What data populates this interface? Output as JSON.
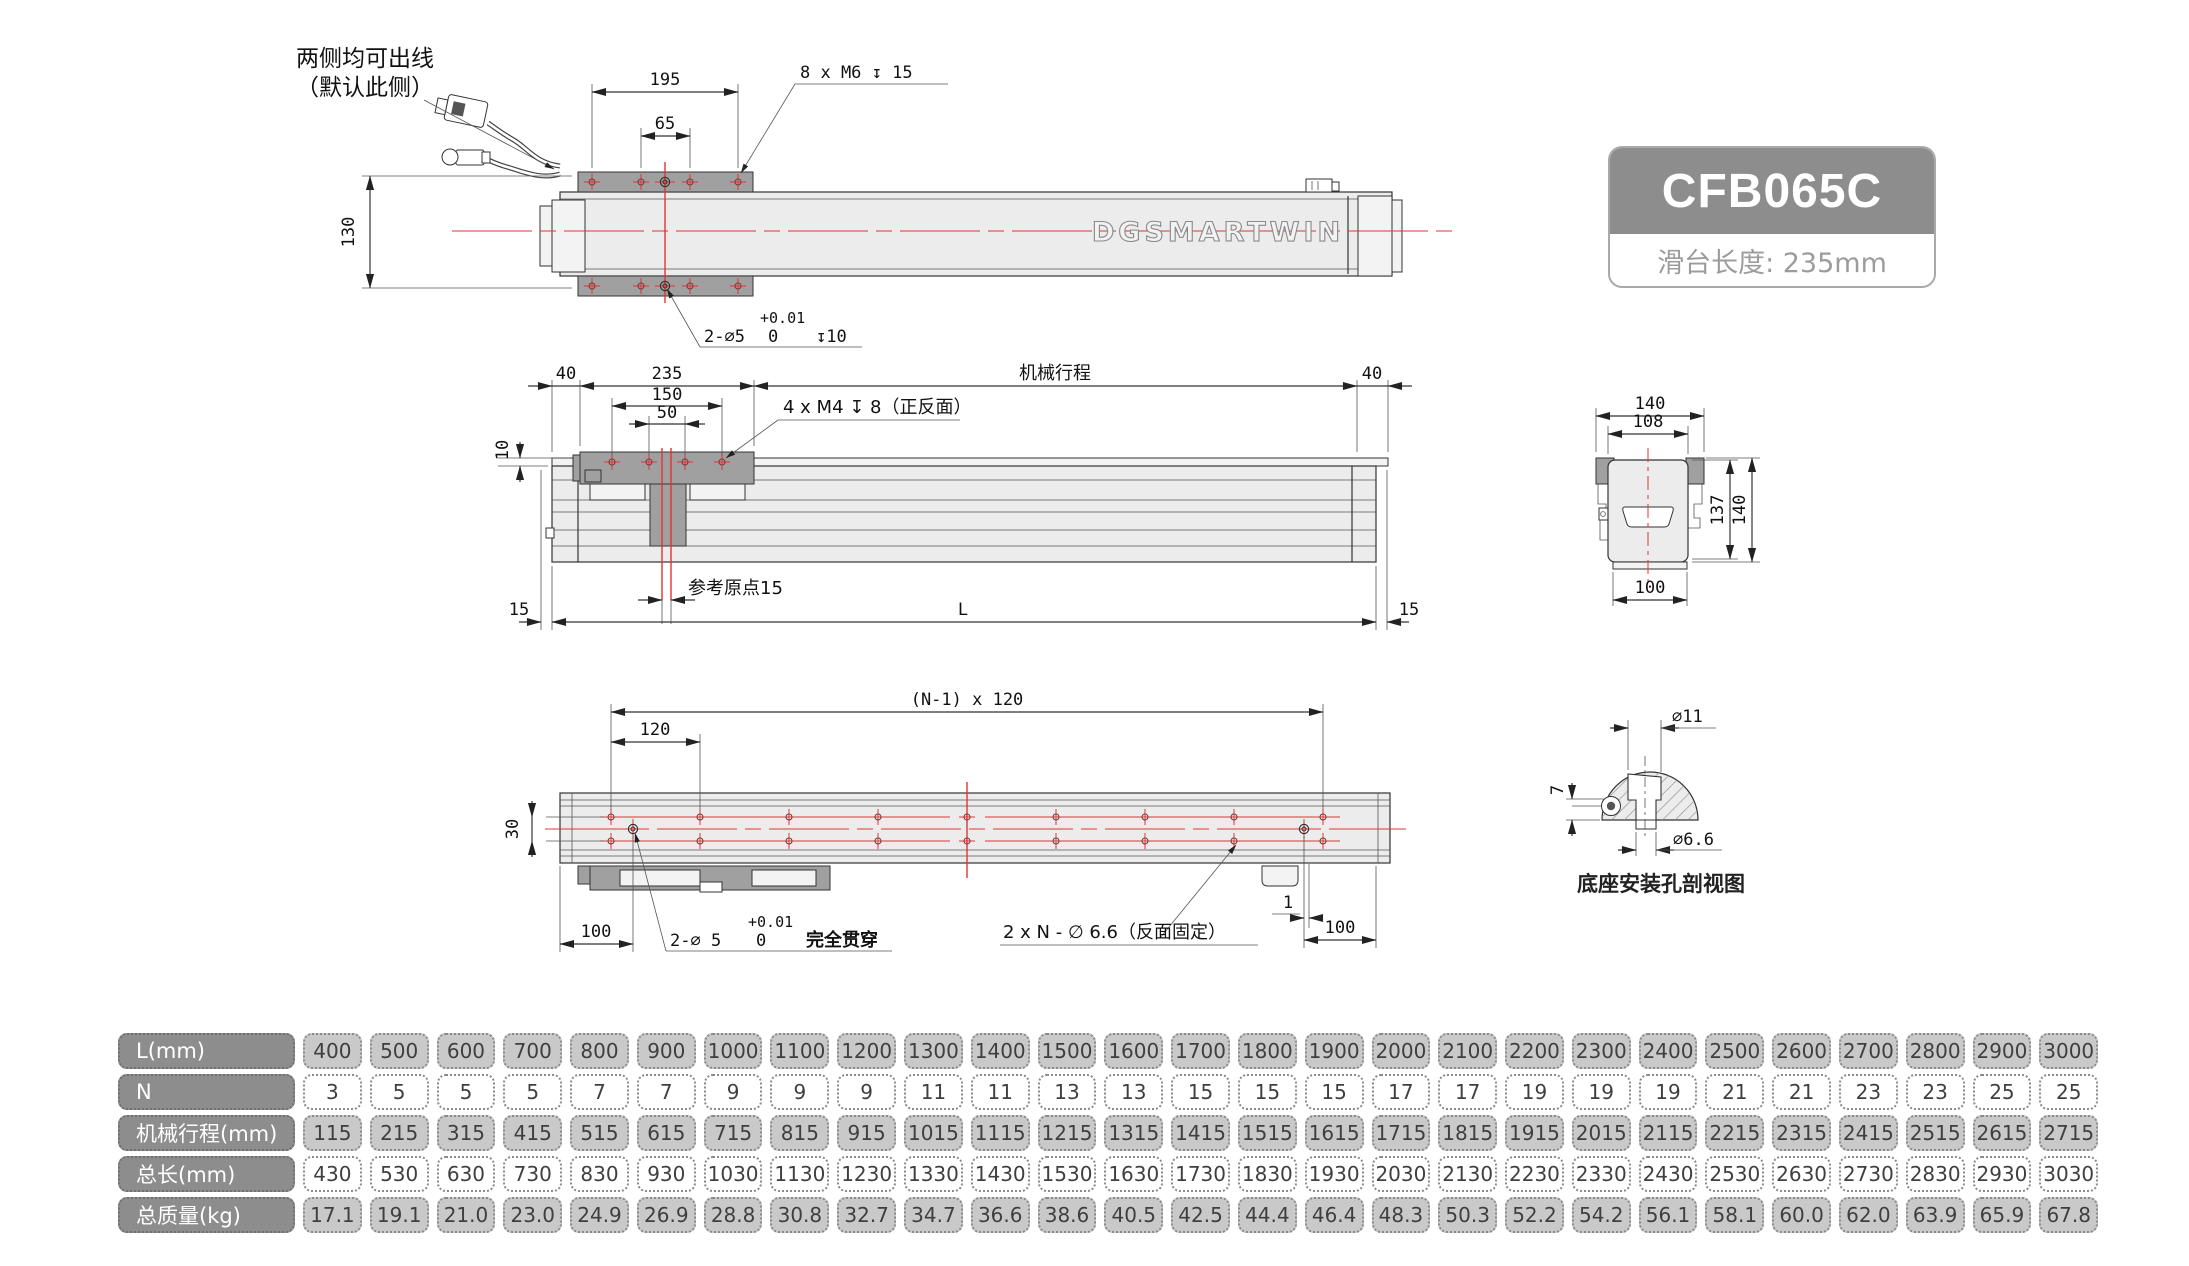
{
  "title_block": {
    "model": "CFB065C",
    "subtitle": "滑台长度: 235mm"
  },
  "top_view": {
    "callout_cable_line1": "两侧均可出线",
    "callout_cable_line2": "（默认此侧）",
    "dim_195": "195",
    "dim_65": "65",
    "label_m6": "8 x M6 ↧ 15",
    "dim_130": "130",
    "pin_label_prefix": "2-∅5",
    "pin_tol_sup": "+0.01",
    "pin_tol_sub": "0",
    "pin_depth": "↧10",
    "logo": "DGSMARTWIN"
  },
  "side_view": {
    "dim_40_left": "40",
    "dim_235": "235",
    "dim_150": "150",
    "dim_50": "50",
    "label_m4": "4 x M4 ↧ 8（正反面）",
    "label_stroke": "机械行程",
    "dim_40_right": "40",
    "dim_10": "10",
    "label_origin": "参考原点15",
    "dim_15_left": "15",
    "dim_length": "L",
    "dim_15_right": "15"
  },
  "end_view": {
    "dim_140_top": "140",
    "dim_108": "108",
    "dim_137": "137",
    "dim_140_side": "140",
    "dim_100": "100"
  },
  "bottom_view": {
    "dim_pitch_total": "(N-1) x 120",
    "dim_120": "120",
    "dim_30": "30",
    "dim_100_left": "100",
    "pin_label_prefix": "2-∅ 5",
    "pin_tol_sup": "+0.01",
    "pin_tol_sub": "0",
    "pin_suffix": "完全贯穿",
    "label_base_holes": "2 x N - ∅ 6.6（反面固定）",
    "dim_1": "1",
    "dim_100_right": "100"
  },
  "detail_view": {
    "dim_phi11": "∅11",
    "dim_7": "7",
    "dim_phi66": "∅6.6",
    "caption": "底座安装孔剖视图"
  },
  "table": {
    "rows": [
      {
        "header": "L(mm)",
        "values": [
          "400",
          "500",
          "600",
          "700",
          "800",
          "900",
          "1000",
          "1100",
          "1200",
          "1300",
          "1400",
          "1500",
          "1600",
          "1700",
          "1800",
          "1900",
          "2000",
          "2100",
          "2200",
          "2300",
          "2400",
          "2500",
          "2600",
          "2700",
          "2800",
          "2900",
          "3000"
        ]
      },
      {
        "header": "N",
        "values": [
          "3",
          "5",
          "5",
          "5",
          "7",
          "7",
          "9",
          "9",
          "9",
          "11",
          "11",
          "13",
          "13",
          "15",
          "15",
          "15",
          "17",
          "17",
          "19",
          "19",
          "19",
          "21",
          "21",
          "23",
          "23",
          "25",
          "25"
        ]
      },
      {
        "header": "机械行程(mm)",
        "values": [
          "115",
          "215",
          "315",
          "415",
          "515",
          "615",
          "715",
          "815",
          "915",
          "1015",
          "1115",
          "1215",
          "1315",
          "1415",
          "1515",
          "1615",
          "1715",
          "1815",
          "1915",
          "2015",
          "2115",
          "2215",
          "2315",
          "2415",
          "2515",
          "2615",
          "2715"
        ]
      },
      {
        "header": "总长(mm)",
        "values": [
          "430",
          "530",
          "630",
          "730",
          "830",
          "930",
          "1030",
          "1130",
          "1230",
          "1330",
          "1430",
          "1530",
          "1630",
          "1730",
          "1830",
          "1930",
          "2030",
          "2130",
          "2230",
          "2330",
          "2430",
          "2530",
          "2630",
          "2730",
          "2830",
          "2930",
          "3030"
        ]
      },
      {
        "header": "总质量(kg)",
        "values": [
          "17.1",
          "19.1",
          "21.0",
          "23.0",
          "24.9",
          "26.9",
          "28.8",
          "30.8",
          "32.7",
          "34.7",
          "36.6",
          "38.6",
          "40.5",
          "42.5",
          "44.4",
          "46.4",
          "48.3",
          "50.3",
          "52.2",
          "54.2",
          "56.1",
          "58.1",
          "60.0",
          "62.0",
          "63.9",
          "65.9",
          "67.8"
        ]
      }
    ]
  },
  "colors": {
    "centerline_red": "#e53333",
    "drawing_line": "#333333",
    "body_fill": "#ececec",
    "carriage_fill": "#a0a0a0",
    "table_header_bg": "#8d8d8d",
    "table_shade_bg": "#c9c9c9"
  }
}
